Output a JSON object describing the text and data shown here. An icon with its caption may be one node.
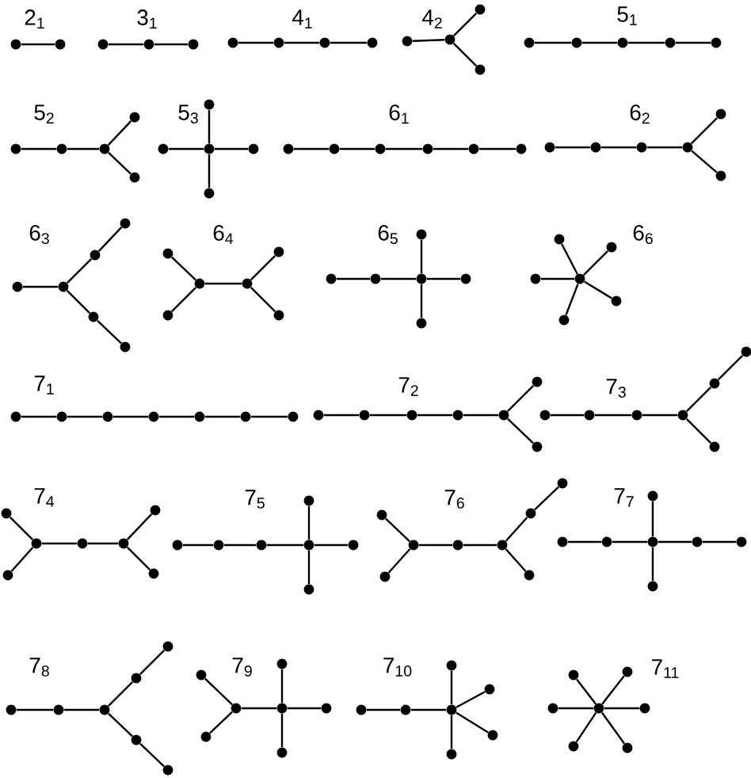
{
  "diagram": {
    "nodes": [
      {
        "text": [],
        "shape": "circle"
      },
      {
        "text": [],
        "shape": "circle"
      },
      {
        "text": [],
        "shape": "circle"
      },
      {
        "text": [],
        "shape": "circle"
      },
      {
        "text": [],
        "shape": "circle"
      },
      {
        "text": [],
        "shape": "circle"
      },
      {
        "text": [],
        "shape": "circle"
      },
      {
        "text": [],
        "shape": "circle"
      },
      {
        "text": [],
        "shape": "circle"
      },
      {
        "text": [],
        "shape": "circle"
      },
      {
        "text": [],
        "shape": "circle"
      },
      {
        "text": [],
        "shape": "circle"
      },
      {
        "text": [],
        "shape": "circle"
      },
      {
        "text": [],
        "shape": "circle"
      },
      {
        "text": [],
        "shape": "circle"
      },
      {
        "text": [],
        "shape": "circle"
      },
      {
        "text": [],
        "shape": "circle"
      },
      {
        "text": [],
        "shape": "circle"
      },
      {
        "text": [],
        "shape": "circle"
      },
      {
        "text": [],
        "shape": "circle"
      },
      {
        "text": [],
        "shape": "circle"
      },
      {
        "text": [],
        "shape": "circle"
      },
      {
        "text": [],
        "shape": "circle"
      },
      {
        "text": [],
        "shape": "circle"
      },
      {
        "text": [],
        "shape": "circle"
      },
      {
        "text": [],
        "shape": "circle"
      },
      {
        "text": [],
        "shape": "circle"
      },
      {
        "text": [],
        "shape": "circle"
      },
      {
        "text": [],
        "shape": "circle"
      },
      {
        "text": [],
        "shape": "circle"
      },
      {
        "text": [],
        "shape": "circle"
      },
      {
        "text": [],
        "shape": "circle"
      },
      {
        "text": [],
        "shape": "circle"
      },
      {
        "text": [],
        "shape": "circle"
      },
      {
        "text": [],
        "shape": "circle"
      },
      {
        "text": [],
        "shape": "circle"
      },
      {
        "text": [],
        "shape": "circle"
      },
      {
        "text": [],
        "shape": "circle"
      },
      {
        "text": [],
        "shape": "circle"
      },
      {
        "text": [],
        "shape": "circle"
      },
      {
        "text": [],
        "shape": "circle"
      },
      {
        "text": [],
        "shape": "circle"
      },
      {
        "text": [],
        "shape": "circle"
      },
      {
        "text": [],
        "shape": "circle"
      },
      {
        "text": [],
        "shape": "circle"
      },
      {
        "text": [],
        "shape": "circle"
      },
      {
        "text": [],
        "shape": "circle"
      },
      {
        "text": [],
        "shape": "circle"
      },
      {
        "text": [],
        "shape": "circle"
      },
      {
        "text": [],
        "shape": "circle"
      },
      {
        "text": [],
        "shape": "circle"
      },
      {
        "text": [],
        "shape": "circle"
      },
      {
        "text": [],
        "shape": "circle"
      },
      {
        "text": [],
        "shape": "circle"
      },
      {
        "text": [],
        "shape": "circle"
      },
      {
        "text": [],
        "shape": "circle"
      },
      {
        "text": [],
        "shape": "circle"
      },
      {
        "text": [],
        "shape": "circle"
      },
      {
        "text": [],
        "shape": "circle"
      },
      {
        "text": [],
        "shape": "circle"
      },
      {
        "text": [],
        "shape": "circle"
      },
      {
        "text": [],
        "shape": "circle"
      },
      {
        "text": [],
        "shape": "circle"
      },
      {
        "text": [],
        "shape": "circle"
      },
      {
        "text": [],
        "shape": "circle"
      },
      {
        "text": [],
        "shape": "circle"
      },
      {
        "text": [],
        "shape": "circle"
      },
      {
        "text": [],
        "shape": "circle"
      },
      {
        "text": [],
        "shape": "circle"
      },
      {
        "text": [],
        "shape": "circle"
      },
      {
        "text": [],
        "shape": "circle"
      },
      {
        "text": [],
        "shape": "circle"
      },
      {
        "text": [],
        "shape": "circle"
      },
      {
        "text": [],
        "shape": "circle"
      },
      {
        "text": [],
        "shape": "circle"
      },
      {
        "text": [],
        "shape": "circle"
      },
      {
        "text": [],
        "shape": "circle"
      },
      {
        "text": [],
        "shape": "circle"
      },
      {
        "text": [],
        "shape": "circle"
      },
      {
        "text": [],
        "shape": "circle"
      },
      {
        "text": [],
        "shape": "circle"
      },
      {
        "text": [],
        "shape": "circle"
      },
      {
        "text": [],
        "shape": "circle"
      },
      {
        "text": [],
        "shape": "circle"
      },
      {
        "text": [],
        "shape": "circle"
      },
      {
        "text": [],
        "shape": "circle"
      },
      {
        "text": [],
        "shape": "circle"
      },
      {
        "text": [],
        "shape": "circle"
      },
      {
        "text": [],
        "shape": "circle"
      },
      {
        "text": [],
        "shape": "circle"
      },
      {
        "text": [],
        "shape": "circle"
      },
      {
        "text": [],
        "shape": "circle"
      },
      {
        "text": [],
        "shape": "circle"
      },
      {
        "text": [],
        "shape": "circle"
      },
      {
        "text": [],
        "shape": "circle"
      },
      {
        "text": [],
        "shape": "circle"
      },
      {
        "text": [],
        "shape": "circle"
      },
      {
        "text": [],
        "shape": "circle"
      },
      {
        "text": [],
        "shape": "circle"
      },
      {
        "text": [],
        "shape": "circle"
      },
      {
        "text": [],
        "shape": "circle"
      },
      {
        "text": [],
        "shape": "circle"
      },
      {
        "text": [],
        "shape": "circle"
      },
      {
        "text": [],
        "shape": "circle"
      },
      {
        "text": [],
        "shape": "circle"
      },
      {
        "text": [],
        "shape": "circle"
      },
      {
        "text": [],
        "shape": "circle"
      },
      {
        "text": [],
        "shape": "circle"
      },
      {
        "text": [],
        "shape": "circle"
      },
      {
        "text": [],
        "shape": "circle"
      },
      {
        "text": [],
        "shape": "circle"
      },
      {
        "text": [],
        "shape": "circle"
      },
      {
        "text": [],
        "shape": "circle"
      },
      {
        "text": [],
        "shape": "circle"
      },
      {
        "text": [],
        "shape": "circle"
      },
      {
        "text": [],
        "shape": "circle"
      },
      {
        "text": [],
        "shape": "circle"
      },
      {
        "text": [],
        "shape": "circle"
      },
      {
        "text": [],
        "shape": "circle"
      },
      {
        "text": [],
        "shape": "circle"
      },
      {
        "text": [],
        "shape": "circle"
      },
      {
        "text": [],
        "shape": "circle"
      },
      {
        "text": [],
        "shape": "circle"
      },
      {
        "text": [],
        "shape": "circle"
      },
      {
        "text": [],
        "shape": "circle"
      },
      {
        "text": [],
        "shape": "circle"
      },
      {
        "text": [],
        "shape": "circle"
      },
      {
        "text": [],
        "shape": "circle"
      },
      {
        "text": [],
        "shape": "circle"
      },
      {
        "text": [],
        "shape": "circle"
      },
      {
        "text": [],
        "shape": "circle"
      },
      {
        "text": [],
        "shape": "circle"
      },
      {
        "text": [],
        "shape": "circle"
      },
      {
        "text": [],
        "shape": "circle"
      },
      {
        "text": [],
        "shape": "circle"
      },
      {
        "text": [],
        "shape": "circle"
      },
      {
        "text": [],
        "shape": "circle"
      },
      {
        "text": [],
        "shape": "circle"
      },
      {
        "text": [],
        "shape": "circle"
      },
      {
        "text": [],
        "shape": "circle"
      },
      {
        "text": [],
        "shape": "circle"
      },
      {
        "text": [],
        "shape": "circle"
      }
    ],
    "edges": [
      {
        "from": 0,
        "to": 1,
        "arrow": "none"
      },
      {
        "from": 2,
        "to": 3,
        "arrow": "none"
      },
      {
        "from": 3,
        "to": 4,
        "arrow": "none"
      },
      {
        "from": 5,
        "to": 6,
        "arrow": "none"
      },
      {
        "from": 6,
        "to": 7,
        "arrow": "none"
      },
      {
        "from": 7,
        "to": 8,
        "arrow": "none"
      },
      {
        "from": 9,
        "to": 10,
        "arrow": "none"
      },
      {
        "from": 10,
        "to": 11,
        "arrow": "none"
      },
      {
        "from": 10,
        "to": 12,
        "arrow": "none"
      },
      {
        "from": 13,
        "to": 14,
        "arrow": "none"
      },
      {
        "from": 14,
        "to": 15,
        "arrow": "none"
      },
      {
        "from": 15,
        "to": 16,
        "arrow": "none"
      },
      {
        "from": 16,
        "to": 17,
        "arrow": "none"
      },
      {
        "from": 18,
        "to": 19,
        "arrow": "none"
      },
      {
        "from": 19,
        "to": 20,
        "arrow": "none"
      },
      {
        "from": 20,
        "to": 21,
        "arrow": "none"
      },
      {
        "from": 20,
        "to": 22,
        "arrow": "none"
      },
      {
        "from": 23,
        "to": 25,
        "arrow": "none"
      },
      {
        "from": 24,
        "to": 25,
        "arrow": "none"
      },
      {
        "from": 25,
        "to": 26,
        "arrow": "none"
      },
      {
        "from": 25,
        "to": 27,
        "arrow": "none"
      },
      {
        "from": 28,
        "to": 29,
        "arrow": "none"
      },
      {
        "from": 29,
        "to": 30,
        "arrow": "none"
      },
      {
        "from": 30,
        "to": 31,
        "arrow": "none"
      },
      {
        "from": 31,
        "to": 32,
        "arrow": "none"
      },
      {
        "from": 32,
        "to": 33,
        "arrow": "none"
      },
      {
        "from": 34,
        "to": 35,
        "arrow": "none"
      },
      {
        "from": 35,
        "to": 36,
        "arrow": "none"
      },
      {
        "from": 36,
        "to": 37,
        "arrow": "none"
      },
      {
        "from": 37,
        "to": 38,
        "arrow": "none"
      },
      {
        "from": 37,
        "to": 39,
        "arrow": "none"
      },
      {
        "from": 40,
        "to": 41,
        "arrow": "none"
      },
      {
        "from": 41,
        "to": 42,
        "arrow": "none"
      },
      {
        "from": 42,
        "to": 44,
        "arrow": "none"
      },
      {
        "from": 41,
        "to": 43,
        "arrow": "none"
      },
      {
        "from": 43,
        "to": 45,
        "arrow": "none"
      },
      {
        "from": 46,
        "to": 48,
        "arrow": "none"
      },
      {
        "from": 47,
        "to": 48,
        "arrow": "none"
      },
      {
        "from": 48,
        "to": 49,
        "arrow": "none"
      },
      {
        "from": 49,
        "to": 50,
        "arrow": "none"
      },
      {
        "from": 49,
        "to": 51,
        "arrow": "none"
      },
      {
        "from": 52,
        "to": 53,
        "arrow": "none"
      },
      {
        "from": 53,
        "to": 55,
        "arrow": "none"
      },
      {
        "from": 54,
        "to": 55,
        "arrow": "none"
      },
      {
        "from": 55,
        "to": 56,
        "arrow": "none"
      },
      {
        "from": 55,
        "to": 57,
        "arrow": "none"
      },
      {
        "from": 58,
        "to": 61,
        "arrow": "none"
      },
      {
        "from": 59,
        "to": 61,
        "arrow": "none"
      },
      {
        "from": 60,
        "to": 61,
        "arrow": "none"
      },
      {
        "from": 61,
        "to": 62,
        "arrow": "none"
      },
      {
        "from": 61,
        "to": 63,
        "arrow": "none"
      },
      {
        "from": 64,
        "to": 65,
        "arrow": "none"
      },
      {
        "from": 65,
        "to": 66,
        "arrow": "none"
      },
      {
        "from": 66,
        "to": 67,
        "arrow": "none"
      },
      {
        "from": 67,
        "to": 68,
        "arrow": "none"
      },
      {
        "from": 68,
        "to": 69,
        "arrow": "none"
      },
      {
        "from": 69,
        "to": 70,
        "arrow": "none"
      },
      {
        "from": 71,
        "to": 72,
        "arrow": "none"
      },
      {
        "from": 72,
        "to": 73,
        "arrow": "none"
      },
      {
        "from": 73,
        "to": 74,
        "arrow": "none"
      },
      {
        "from": 74,
        "to": 75,
        "arrow": "none"
      },
      {
        "from": 75,
        "to": 76,
        "arrow": "none"
      },
      {
        "from": 75,
        "to": 77,
        "arrow": "none"
      },
      {
        "from": 78,
        "to": 79,
        "arrow": "none"
      },
      {
        "from": 79,
        "to": 80,
        "arrow": "none"
      },
      {
        "from": 80,
        "to": 81,
        "arrow": "none"
      },
      {
        "from": 81,
        "to": 82,
        "arrow": "none"
      },
      {
        "from": 82,
        "to": 84,
        "arrow": "none"
      },
      {
        "from": 81,
        "to": 83,
        "arrow": "none"
      },
      {
        "from": 85,
        "to": 87,
        "arrow": "none"
      },
      {
        "from": 86,
        "to": 87,
        "arrow": "none"
      },
      {
        "from": 87,
        "to": 88,
        "arrow": "none"
      },
      {
        "from": 88,
        "to": 89,
        "arrow": "none"
      },
      {
        "from": 89,
        "to": 90,
        "arrow": "none"
      },
      {
        "from": 89,
        "to": 91,
        "arrow": "none"
      },
      {
        "from": 92,
        "to": 93,
        "arrow": "none"
      },
      {
        "from": 93,
        "to": 94,
        "arrow": "none"
      },
      {
        "from": 94,
        "to": 96,
        "arrow": "none"
      },
      {
        "from": 95,
        "to": 96,
        "arrow": "none"
      },
      {
        "from": 96,
        "to": 97,
        "arrow": "none"
      },
      {
        "from": 96,
        "to": 98,
        "arrow": "none"
      },
      {
        "from": 99,
        "to": 101,
        "arrow": "none"
      },
      {
        "from": 100,
        "to": 101,
        "arrow": "none"
      },
      {
        "from": 101,
        "to": 102,
        "arrow": "none"
      },
      {
        "from": 102,
        "to": 103,
        "arrow": "none"
      },
      {
        "from": 103,
        "to": 104,
        "arrow": "none"
      },
      {
        "from": 104,
        "to": 106,
        "arrow": "none"
      },
      {
        "from": 103,
        "to": 105,
        "arrow": "none"
      },
      {
        "from": 107,
        "to": 108,
        "arrow": "none"
      },
      {
        "from": 108,
        "to": 110,
        "arrow": "none"
      },
      {
        "from": 109,
        "to": 110,
        "arrow": "none"
      },
      {
        "from": 110,
        "to": 111,
        "arrow": "none"
      },
      {
        "from": 110,
        "to": 112,
        "arrow": "none"
      },
      {
        "from": 112,
        "to": 113,
        "arrow": "none"
      },
      {
        "from": 114,
        "to": 115,
        "arrow": "none"
      },
      {
        "from": 115,
        "to": 116,
        "arrow": "none"
      },
      {
        "from": 116,
        "to": 117,
        "arrow": "none"
      },
      {
        "from": 117,
        "to": 119,
        "arrow": "none"
      },
      {
        "from": 116,
        "to": 118,
        "arrow": "none"
      },
      {
        "from": 118,
        "to": 120,
        "arrow": "none"
      },
      {
        "from": 121,
        "to": 123,
        "arrow": "none"
      },
      {
        "from": 122,
        "to": 123,
        "arrow": "none"
      },
      {
        "from": 123,
        "to": 125,
        "arrow": "none"
      },
      {
        "from": 124,
        "to": 125,
        "arrow": "none"
      },
      {
        "from": 125,
        "to": 126,
        "arrow": "none"
      },
      {
        "from": 125,
        "to": 127,
        "arrow": "none"
      },
      {
        "from": 128,
        "to": 129,
        "arrow": "none"
      },
      {
        "from": 129,
        "to": 131,
        "arrow": "none"
      },
      {
        "from": 130,
        "to": 131,
        "arrow": "none"
      },
      {
        "from": 131,
        "to": 132,
        "arrow": "none"
      },
      {
        "from": 131,
        "to": 133,
        "arrow": "none"
      },
      {
        "from": 131,
        "to": 134,
        "arrow": "none"
      },
      {
        "from": 135,
        "to": 138,
        "arrow": "none"
      },
      {
        "from": 136,
        "to": 138,
        "arrow": "none"
      },
      {
        "from": 137,
        "to": 138,
        "arrow": "none"
      },
      {
        "from": 138,
        "to": 139,
        "arrow": "none"
      },
      {
        "from": 138,
        "to": 140,
        "arrow": "none"
      },
      {
        "from": 138,
        "to": 141,
        "arrow": "none"
      }
    ],
    "labels": [
      "2$_{1}$",
      "3$_{1}$",
      "4$_{1}$",
      "4$_{2}$",
      "5$_{1}$",
      "5$_{2}$",
      "5$_{3}$",
      "6$_{1}$",
      "6$_{2}$",
      "6$_{3}$",
      "6$_{4}$",
      "6$_{5}$",
      "6$_{6}$",
      "7$_{1}$",
      "7$_{2}$",
      "7$_{3}$",
      "7$_{4}$",
      "7$_{5}$",
      "7$_{6}$",
      "7$_{7}$",
      "7$_{8}$",
      "7$_{9}$",
      "7$_{10}$",
      "7$_{11}$"
    ]
  }
}
